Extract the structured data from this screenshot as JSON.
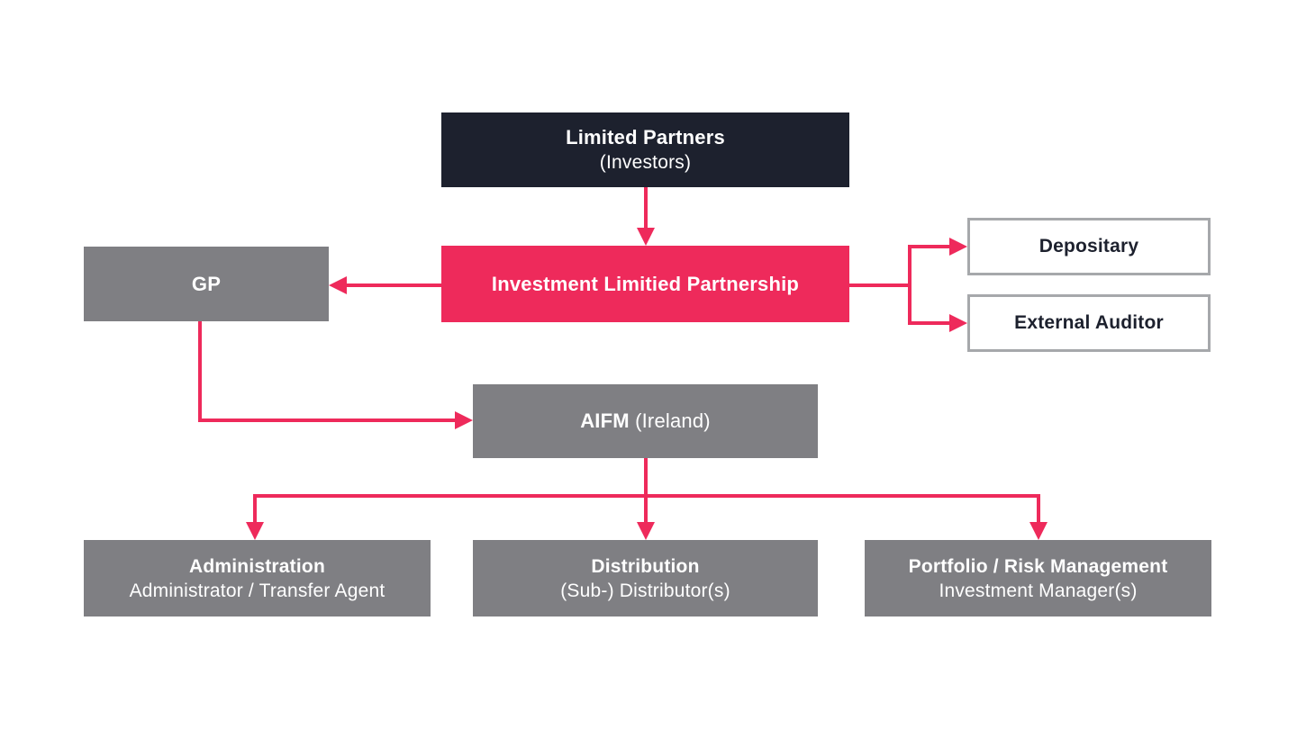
{
  "colors": {
    "accent": "#EE2A5B",
    "dark": "#1D212E",
    "gray": "#7F7F83",
    "outline_border": "#A6A8AB",
    "text_light": "#FFFFFF"
  },
  "diagram": {
    "nodes": {
      "limited_partners": {
        "title": "Limited Partners",
        "subtitle": "(Investors)"
      },
      "ilp": {
        "title": "Investment Limitied Partnership"
      },
      "gp": {
        "title": "GP"
      },
      "depositary": {
        "title": "Depositary"
      },
      "external_auditor": {
        "title": "External Auditor"
      },
      "aifm": {
        "title_bold": "AIFM",
        "title_regular": " (Ireland)"
      },
      "administration": {
        "title": "Administration",
        "subtitle": "Administrator / Transfer Agent"
      },
      "distribution": {
        "title": "Distribution",
        "subtitle": "(Sub-) Distributor(s)"
      },
      "portfolio": {
        "title": "Portfolio / Risk Management",
        "subtitle": "Investment Manager(s)"
      }
    }
  }
}
